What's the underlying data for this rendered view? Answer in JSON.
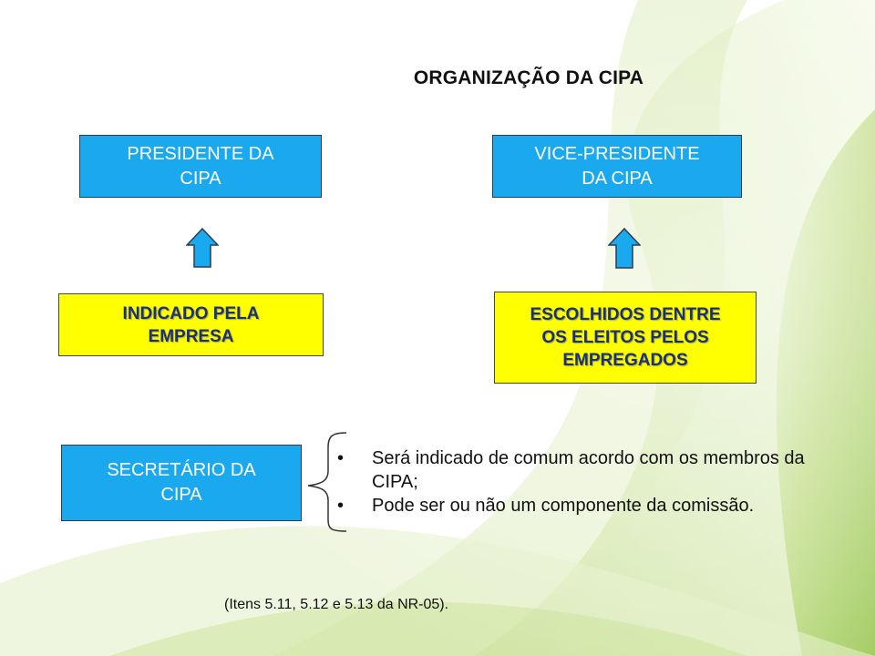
{
  "title": "ORGANIZAÇÃO DA CIPA",
  "boxes": {
    "president": "PRESIDENTE DA\nCIPA",
    "vice_president": "VICE-PRESIDENTE\nDA CIPA",
    "indicated": "INDICADO PELA\nEMPRESA",
    "chosen": "ESCOLHIDOS DENTRE\nOS ELEITOS PELOS\nEMPREGADOS",
    "secretary": "SECRETÁRIO DA\nCIPA"
  },
  "bullet_glyph": "•",
  "bullets": [
    "Será indicado de comum acordo com os membros da CIPA;",
    "Pode ser ou não um componente da comissão."
  ],
  "footnote": "(Itens 5.11, 5.12 e 5.13 da NR-05).",
  "colors": {
    "box_blue": "#1aa8ee",
    "box_yellow": "#ffff00",
    "arrow_blue": "#1aa8ee",
    "decor_green": "#a9cf5a"
  }
}
